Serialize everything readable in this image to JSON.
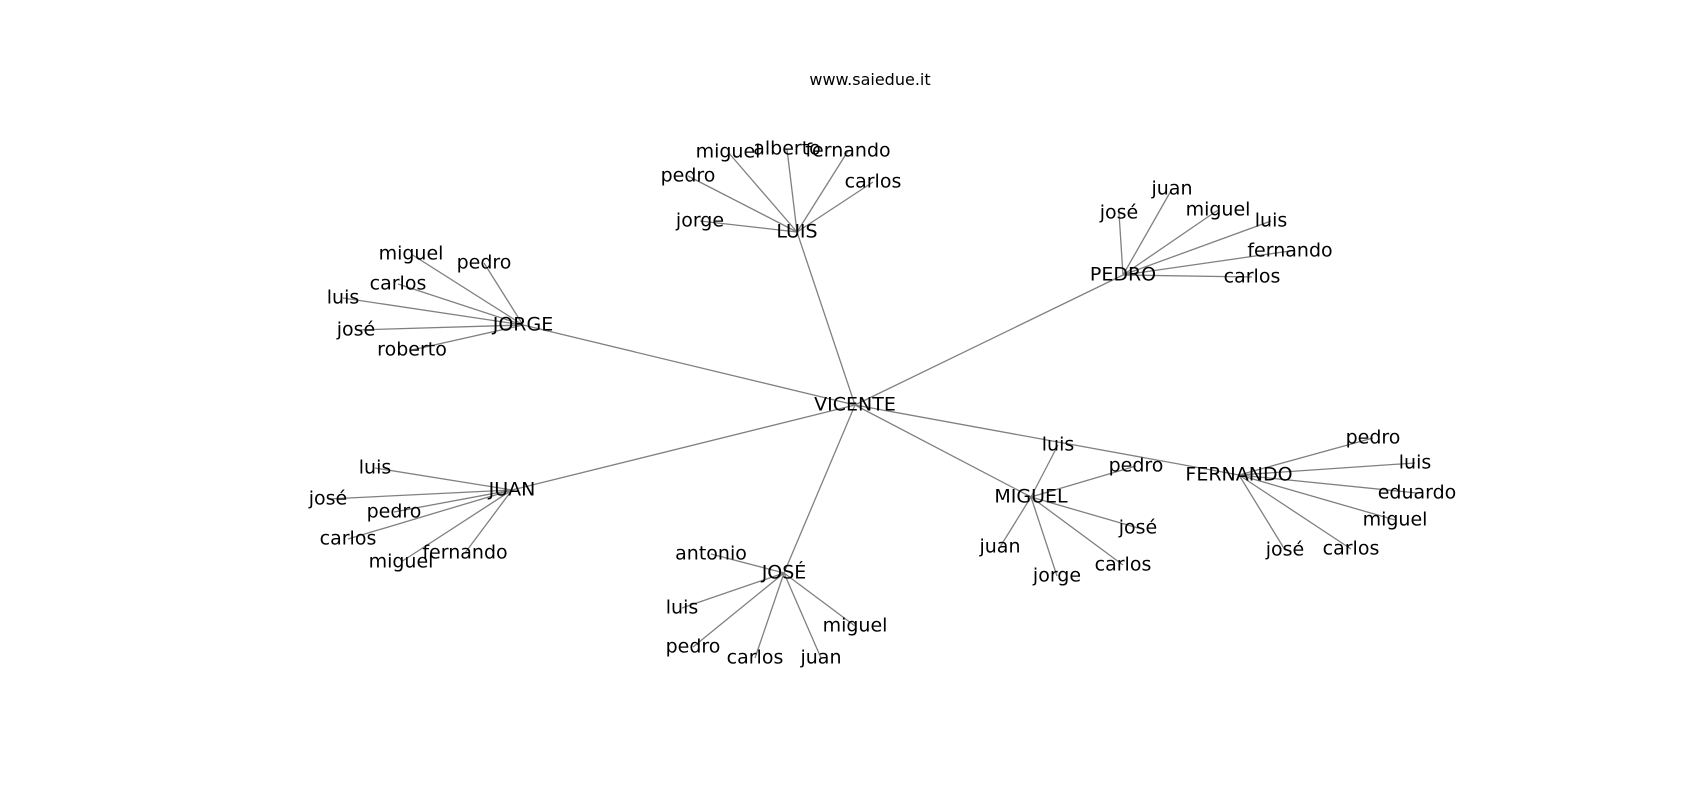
{
  "header": {
    "watermark": "www.saiedue.it"
  },
  "graph": {
    "root": "VICENTE",
    "hubs": [
      {
        "id": "LUIS",
        "label": "LUIS",
        "leaves": [
          "miguel",
          "alberto",
          "fernando",
          "carlos",
          "pedro",
          "jorge"
        ]
      },
      {
        "id": "PEDRO",
        "label": "PEDRO",
        "leaves": [
          "juan",
          "josé",
          "miguel",
          "luis",
          "fernando",
          "carlos"
        ]
      },
      {
        "id": "JORGE",
        "label": "JORGE",
        "leaves": [
          "miguel",
          "pedro",
          "carlos",
          "luis",
          "josé",
          "roberto"
        ]
      },
      {
        "id": "JUAN",
        "label": "JUAN",
        "leaves": [
          "luis",
          "josé",
          "pedro",
          "carlos",
          "miguel",
          "fernando"
        ]
      },
      {
        "id": "JOSE",
        "label": "JOSÉ",
        "leaves": [
          "antonio",
          "luis",
          "pedro",
          "carlos",
          "juan",
          "miguel"
        ]
      },
      {
        "id": "MIGUEL",
        "label": "MIGUEL",
        "leaves": [
          "luis",
          "pedro",
          "josé",
          "carlos",
          "jorge",
          "juan"
        ]
      },
      {
        "id": "FERNANDO",
        "label": "FERNANDO",
        "leaves": [
          "pedro",
          "luis",
          "eduardo",
          "miguel",
          "carlos",
          "josé"
        ]
      }
    ]
  }
}
